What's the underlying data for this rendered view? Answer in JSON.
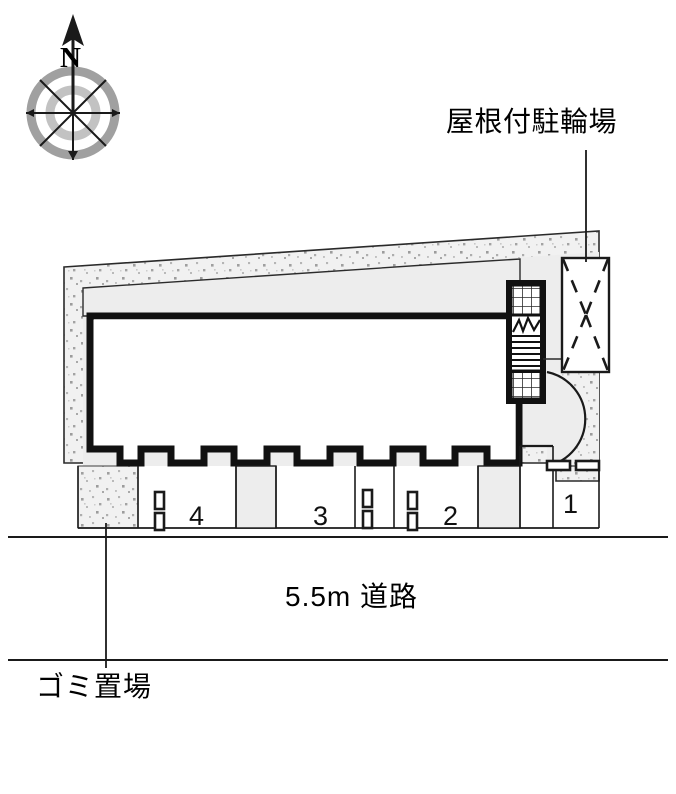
{
  "document": {
    "type": "site-plan",
    "title": "Apartment site layout plan"
  },
  "compass": {
    "north_label": "N",
    "ring_color_outer": "#9a9a9a",
    "ring_color_inner": "#bdbdbd",
    "needle_color": "#1a1a1a"
  },
  "annotations": {
    "bicycle_parking": "屋根付駐輪場",
    "road": "5.5m 道路",
    "trash": "ゴミ置場"
  },
  "parking_stalls": [
    {
      "number": "4"
    },
    {
      "number": "3"
    },
    {
      "number": "2"
    },
    {
      "number": "1"
    }
  ],
  "colors": {
    "wall": "#111111",
    "building_fill": "#ffffff",
    "pavement_fill": "#eceded",
    "gravel_fill": "#f0f0f0",
    "line": "#1a1a1a",
    "text": "#000000"
  },
  "features": {
    "stair": "exterior-staircase",
    "covered_bicycle_area": "roofed bicycle parking with X hatch",
    "balcony_count": 7,
    "door_swing_arc": "entrance door swing"
  }
}
